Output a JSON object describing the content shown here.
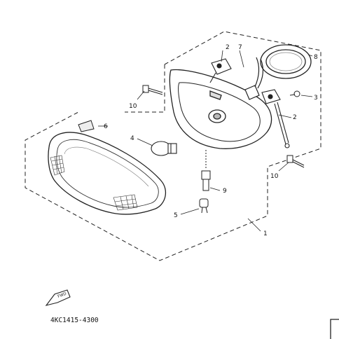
{
  "diagram": {
    "part_code": "4KC1415-4300",
    "fwd_label": "FWD",
    "callouts": {
      "c1": "1",
      "c2a": "2",
      "c2b": "2",
      "c3": "3",
      "c4": "4",
      "c5": "5",
      "c6": "6",
      "c7": "7",
      "c8": "8",
      "c9": "9",
      "c10a": "10",
      "c10b": "10"
    }
  }
}
